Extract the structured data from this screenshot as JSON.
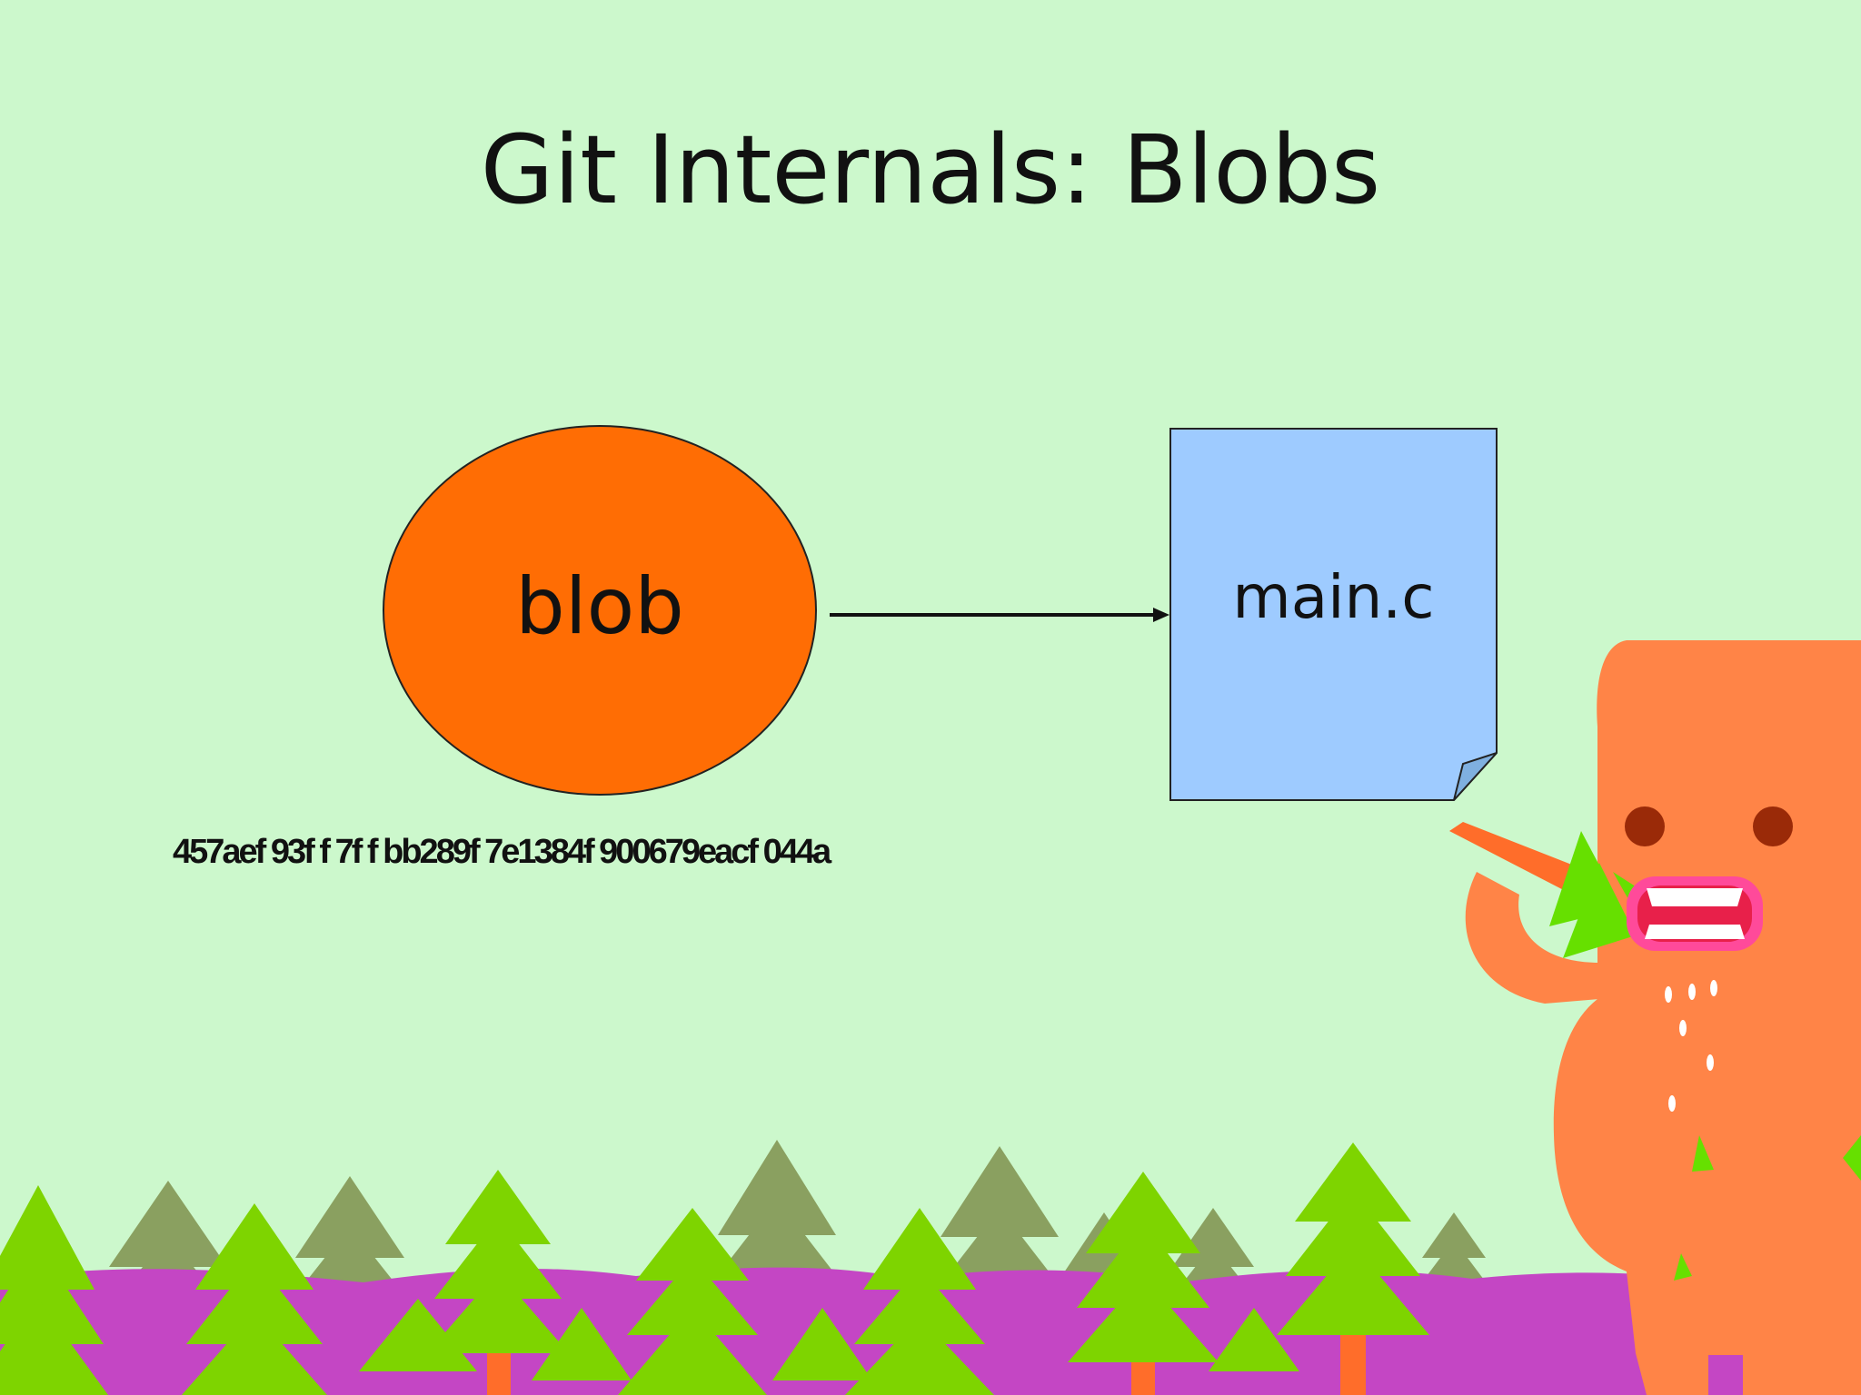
{
  "slide": {
    "title": "Git Internals: Blobs",
    "background_color": "#ccf8cc"
  },
  "diagram": {
    "blob": {
      "label": "blob",
      "color": "#ff6d04"
    },
    "file": {
      "label": "main.c",
      "color": "#9ecbff"
    },
    "hash": "457aef 93f f 7f f bb289f 7e1384f 900679eacf 044a",
    "edge": {
      "from": "blob",
      "to": "file",
      "style": "arrow"
    }
  },
  "decoration": {
    "illustration": "forest-with-orange-monster-eating-tree",
    "colors": {
      "tree_light": "#7ed400",
      "tree_dark": "#8aa060",
      "hill": "#c446c4",
      "trunk": "#ff6d2a",
      "monster": "#ff8447"
    }
  }
}
